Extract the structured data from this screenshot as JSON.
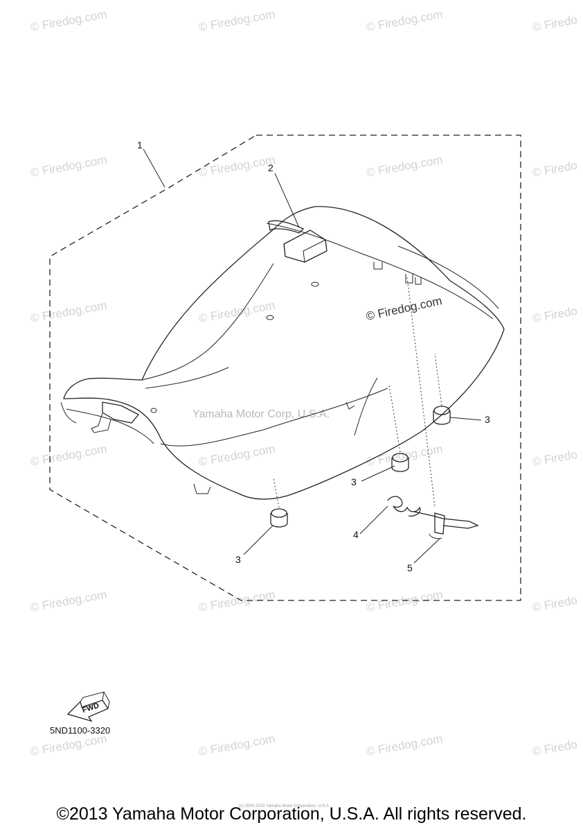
{
  "watermarks": {
    "site": "© Firedog.com",
    "site_cut": "© Firedo",
    "center": "© Firedog.com",
    "maker": "Yamaha Motor Corp, U.S.A."
  },
  "callouts": [
    "1",
    "2",
    "3",
    "3",
    "3",
    "4",
    "5"
  ],
  "fwd_label": "FWD",
  "diagram_code": "5ND1100-3320",
  "micro_text": "(c) 2000-2013 Yamaha Motor Corporation, U.S.A.",
  "copyright": "©2013 Yamaha Motor Corporation, U.S.A. All rights reserved."
}
